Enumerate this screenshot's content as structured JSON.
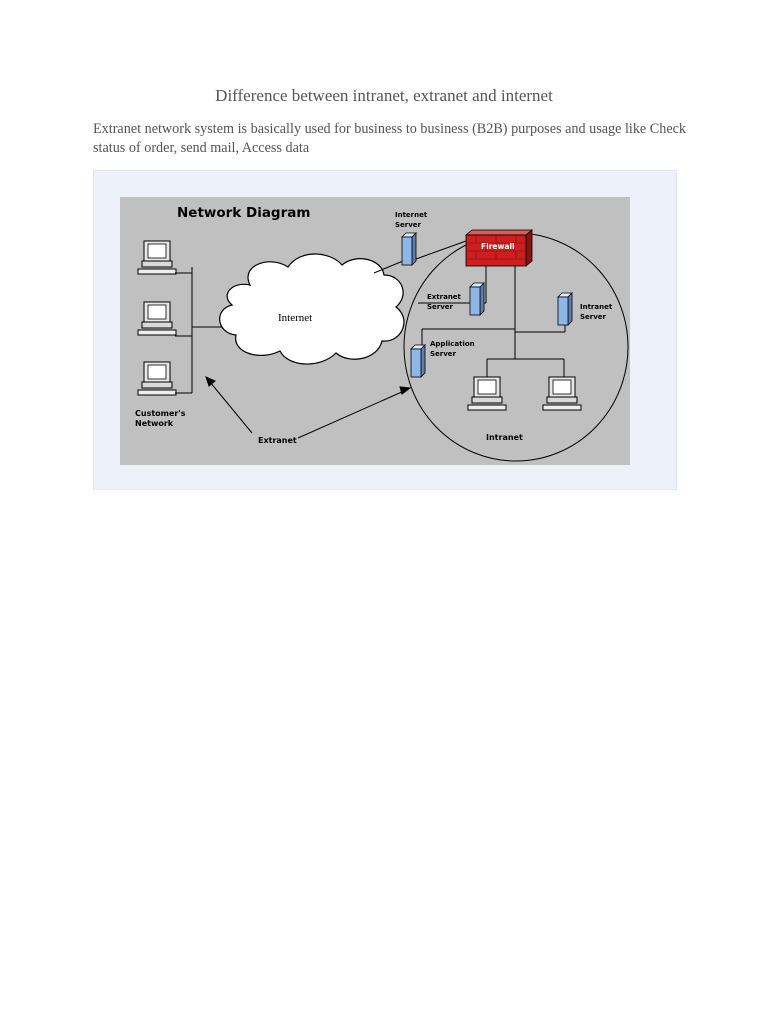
{
  "document": {
    "title": "Difference between intranet, extranet and internet",
    "paragraph": "Extranet network system is basically used for business to business (B2B) purposes and usage like Check status of order, send mail, Access data"
  },
  "diagram": {
    "heading": "Network Diagram",
    "labels": {
      "internet_server_line1": "Internet",
      "internet_server_line2": "Server",
      "firewall": "Firewall",
      "internet_cloud": "Internet",
      "extranet_server_line1": "Extranet",
      "extranet_server_line2": "Server",
      "intranet_server_line1": "Intranet",
      "intranet_server_line2": "Server",
      "application_server_line1": "Application",
      "application_server_line2": "Server",
      "customers_network_line1": "Customer's",
      "customers_network_line2": "Network",
      "extranet": "Extranet",
      "intranet": "Intranet"
    },
    "colors": {
      "background": "#c0c0c0",
      "firewall": "#cc1f1f",
      "server": "#8fb6e8",
      "frame": "#edf1fa"
    }
  }
}
